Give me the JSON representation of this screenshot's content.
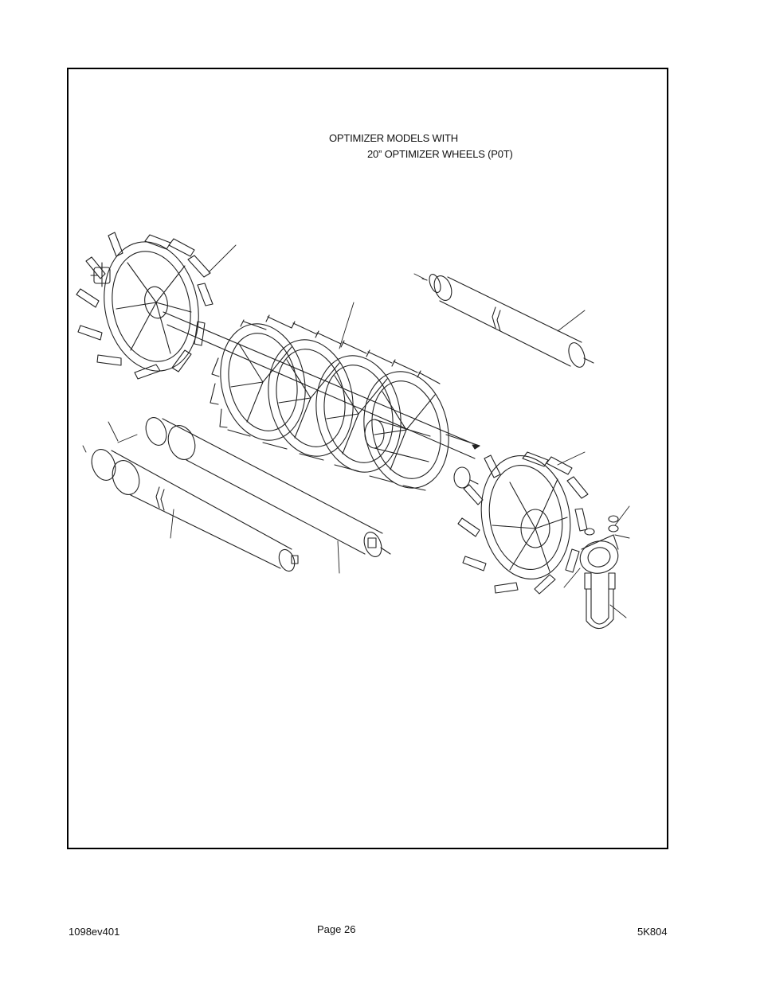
{
  "caption": {
    "line1": "OPTIMIZER MODELS WITH",
    "line2": "20” OPTIMIZER WHEELS (P0T)"
  },
  "footer": {
    "left": "1098ev401",
    "center": "Page 26",
    "right": "5K804"
  }
}
